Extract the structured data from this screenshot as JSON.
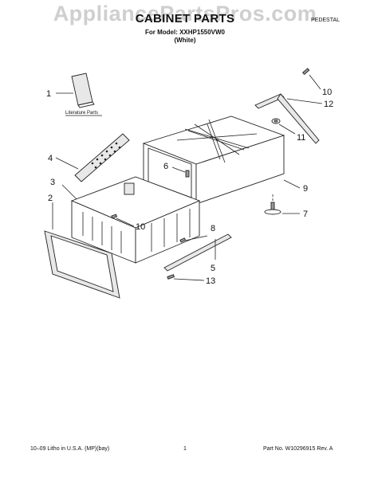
{
  "header": {
    "watermark": "AppliancePartsPros.com",
    "title": "CABINET PARTS",
    "model_line": "For Model: XXHP1550VW0",
    "variant": "(White)",
    "section": "PEDESTAL"
  },
  "diagram": {
    "literature_label": "Literature Parts",
    "callouts": [
      "1",
      "2",
      "3",
      "4",
      "5",
      "6",
      "7",
      "8",
      "9",
      "10",
      "10",
      "11",
      "12",
      "13"
    ]
  },
  "footer": {
    "left": "10–09 Litho in U.S.A. (MP)(bay)",
    "page": "1",
    "right": "Part No. W10296915 Rev. A"
  }
}
